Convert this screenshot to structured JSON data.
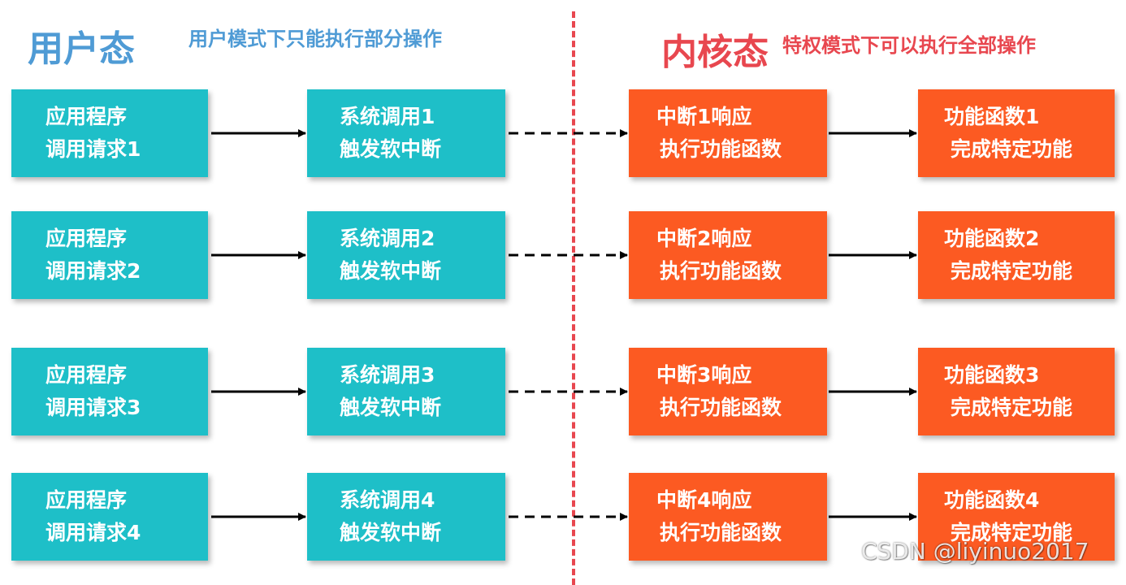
{
  "colors": {
    "user": "#1ebfc8",
    "kernel": "#fc5a22",
    "user_title": "#4f9bd5",
    "kernel_title": "#e8474f",
    "divider": "#e8474f"
  },
  "headers": {
    "user_title": "用户态",
    "user_subtitle": "用户模式下只能执行部分操作",
    "kernel_title": "内核态",
    "kernel_subtitle": "特权模式下可以执行全部操作"
  },
  "rows": [
    {
      "app": [
        "应用程序",
        "调用请求1"
      ],
      "syscall": [
        "系统调用1",
        "触发软中断"
      ],
      "interrupt": [
        "中断1响应",
        "执行功能函数"
      ],
      "function": [
        "功能函数1",
        "完成特定功能"
      ]
    },
    {
      "app": [
        "应用程序",
        "调用请求2"
      ],
      "syscall": [
        "系统调用2",
        "触发软中断"
      ],
      "interrupt": [
        "中断2响应",
        "执行功能函数"
      ],
      "function": [
        "功能函数2",
        "完成特定功能"
      ]
    },
    {
      "app": [
        "应用程序",
        "调用请求3"
      ],
      "syscall": [
        "系统调用3",
        "触发软中断"
      ],
      "interrupt": [
        "中断3响应",
        "执行功能函数"
      ],
      "function": [
        "功能函数3",
        "完成特定功能"
      ]
    },
    {
      "app": [
        "应用程序",
        "调用请求4"
      ],
      "syscall": [
        "系统调用4",
        "触发软中断"
      ],
      "interrupt": [
        "中断4响应",
        "执行功能函数"
      ],
      "function": [
        "功能函数4",
        "完成特定功能"
      ]
    }
  ],
  "watermark": "CSDN @liyinuo2017"
}
